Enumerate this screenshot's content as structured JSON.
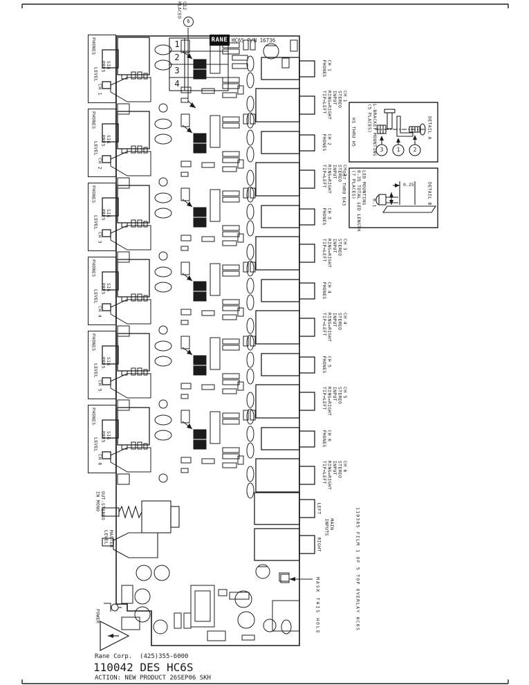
{
  "top_note": {
    "text": "C12\nPLACED",
    "ref": "6"
  },
  "board": {
    "logo": "RANE",
    "part_number": "HC6S P/N 16736",
    "legend_rows": [
      "1",
      "2",
      "3",
      "4"
    ]
  },
  "channel_names": [
    "CH 1",
    "CH 2",
    "CH 3",
    "CH 4",
    "CH 5",
    "CH 6"
  ],
  "left_panel": {
    "phones": "PHONES",
    "sig_pres": "SIG\nPRES",
    "level": "LEVEL"
  },
  "right_panel": {
    "phones": "PHONES",
    "stereo": "STEREO\nINPUT\nRING=RIGHT\nTIP=LEFT"
  },
  "detail_a": {
    "title": "DETAIL A",
    "ref": "H1 THRU H5",
    "note": "L-BRACKET MOUNTING\n(5 PLACES)",
    "callouts": [
      "3",
      "1",
      "2"
    ]
  },
  "detail_b": {
    "title": "DETAIL B",
    "ref": "D37 THRU D43",
    "note": "LED MOUNTING\n0.35 TOTAL LED LENGTH\n(7 PLACES)",
    "dim_width": "0.25",
    "dim_height": "0.1"
  },
  "film_note": "110305 FILM 1 OF 5 TOP OVERLAY HC6S",
  "main_inputs": {
    "title": "MAIN\nINPUTS",
    "left": "LEFT",
    "right": "RIGHT"
  },
  "mask_note": "MASK THIS HOLE",
  "mono_switch_label": "OUT-STEREO\nIN MONO",
  "master_level_label": "MASTER\nLEVEL",
  "power_label": "POWER",
  "title_block": {
    "company": "Rane Corp.  (425)355-6000",
    "doc_id": "110042 DES HC6S",
    "action": "ACTION: NEW PRODUCT 26SEP06 SKH"
  }
}
